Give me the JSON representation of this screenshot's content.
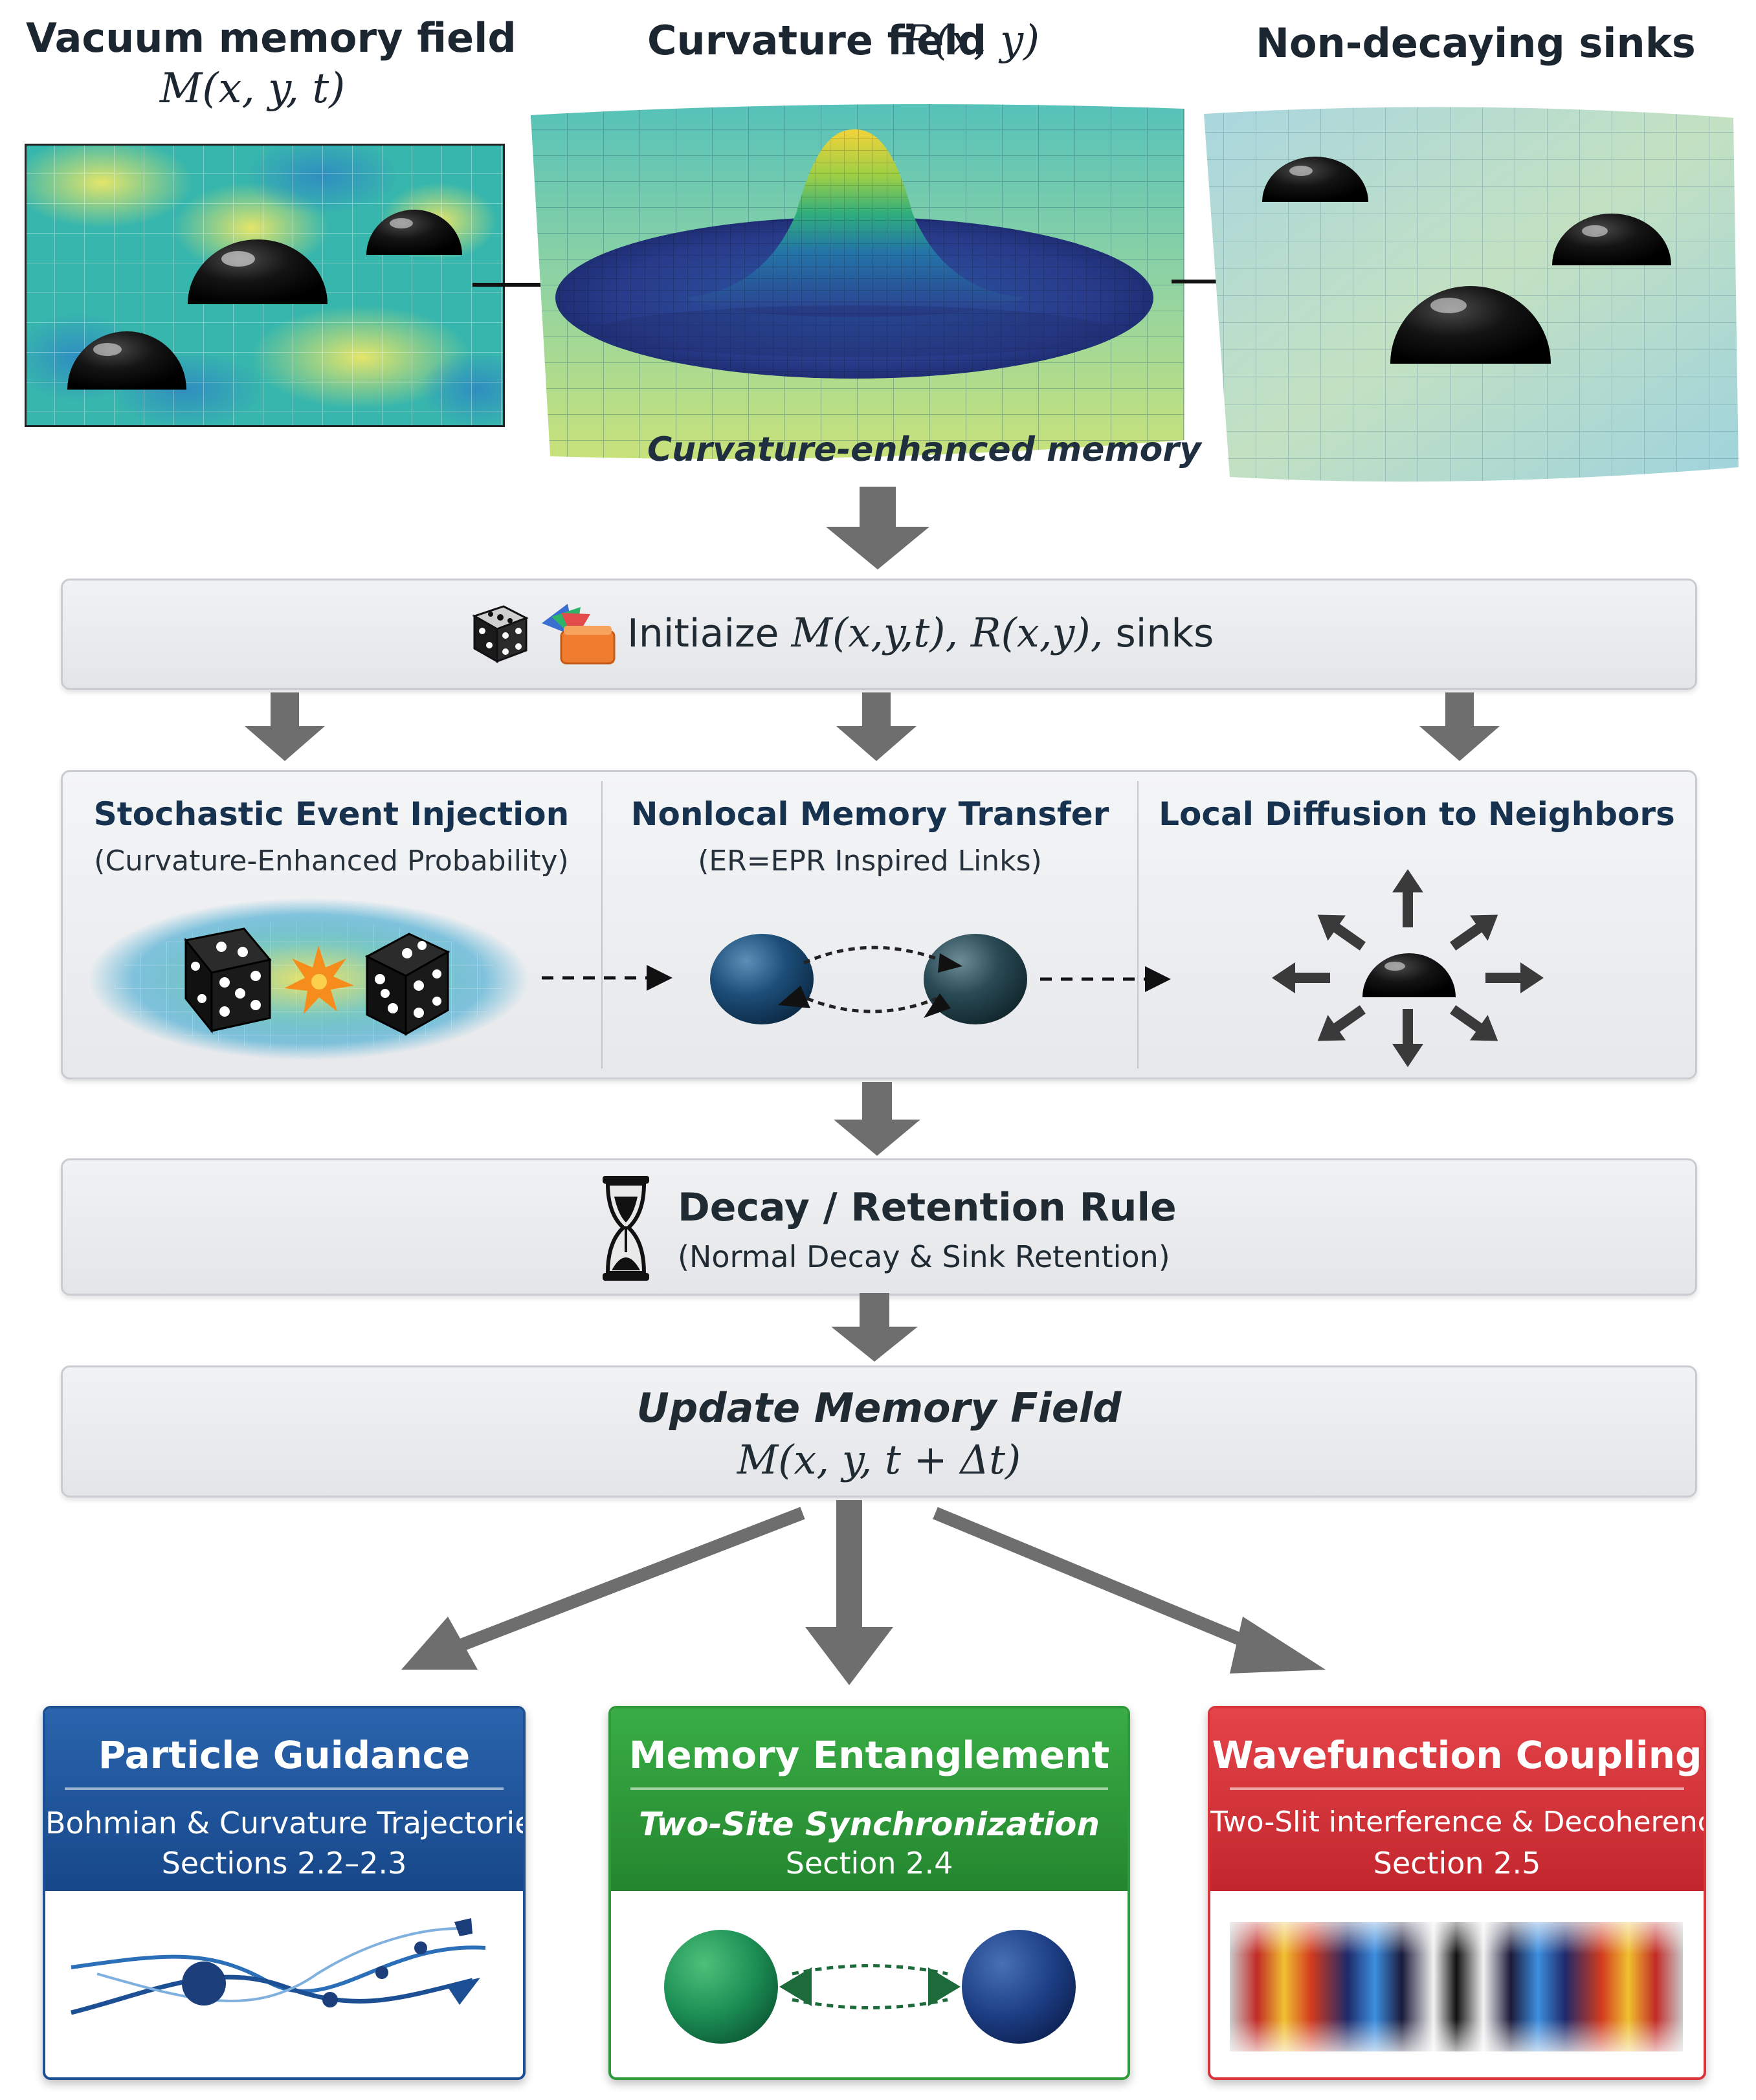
{
  "top": {
    "panel1_title": "Vacuum memory field",
    "panel1_formula": "M(x, y, t)",
    "panel2_title": "Curvature field",
    "panel2_formula": "R(x, y)",
    "panel3_title": "Non-decaying sinks",
    "panel2_caption": "Curvature-enhanced memory"
  },
  "init": {
    "text": "Initiaize",
    "formula": "M(x,y,t), R(x,y),",
    "tail": "sinks"
  },
  "steps": [
    {
      "title": "Stochastic Event Injection",
      "subtitle": "(Curvature-Enhanced Probability)"
    },
    {
      "title": "Nonlocal Memory Transfer",
      "subtitle": "(ER=EPR Inspired Links)"
    },
    {
      "title": "Local Diffusion to Neighbors",
      "subtitle": ""
    }
  ],
  "decay": {
    "title": "Decay / Retention Rule",
    "subtitle": "(Normal Decay & Sink Retention)"
  },
  "update": {
    "title": "Update Memory Field",
    "formula": "M(x, y, t + Δt)"
  },
  "outputs": [
    {
      "title": "Particle Guidance",
      "line1": "Bohmian & Curvature Trajectories",
      "line2": "Sections 2.2–2.3",
      "color": "#1c4f94"
    },
    {
      "title": "Memory Entanglement",
      "line1": "Two-Site Synchronization",
      "line2": "Section 2.4",
      "color": "#2e9a3a"
    },
    {
      "title": "Wavefunction Coupling",
      "line1": "Two-Slit interference & Decoherence",
      "line2": "Section 2.5",
      "color": "#d9343a"
    }
  ],
  "colors": {
    "arrow": "#6e6e6e",
    "box_fill": "#e8e9ec",
    "sink": "#111111",
    "field_teal": "#3cb7b6",
    "field_yellow": "#dfe36a",
    "field_blue": "#2a4f9c"
  },
  "icons": [
    "dice-icon",
    "paint-bucket-icon",
    "hourglass-icon",
    "burst-icon",
    "sphere-icon"
  ]
}
